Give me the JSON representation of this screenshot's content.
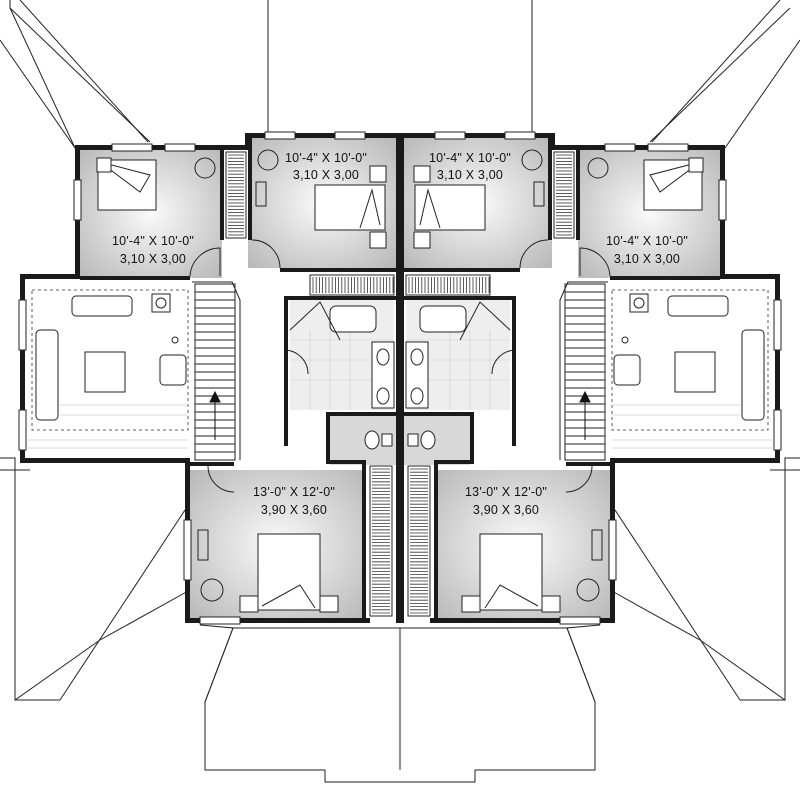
{
  "rooms": {
    "left_upper_small": {
      "imperial": "10'-4\" X 10'-0\"",
      "metric": "3,10 X 3,00"
    },
    "left_upper_center": {
      "imperial": "10'-4\" X 10'-0\"",
      "metric": "3,10 X 3,00"
    },
    "right_upper_center": {
      "imperial": "10'-4\" X 10'-0\"",
      "metric": "3,10 X 3,00"
    },
    "right_upper_small": {
      "imperial": "10'-4\" X 10'-0\"",
      "metric": "3,10 X 3,00"
    },
    "left_master": {
      "imperial": "13'-0\" X 12'-0\"",
      "metric": "3,90 X 3,60"
    },
    "right_master": {
      "imperial": "13'-0\" X 12'-0\"",
      "metric": "3,90 X 3,60"
    }
  },
  "colors": {
    "wall": "#1a1a1a",
    "room_fill_light": "#f4f4f4",
    "room_fill_dark": "#bdbdbd"
  }
}
